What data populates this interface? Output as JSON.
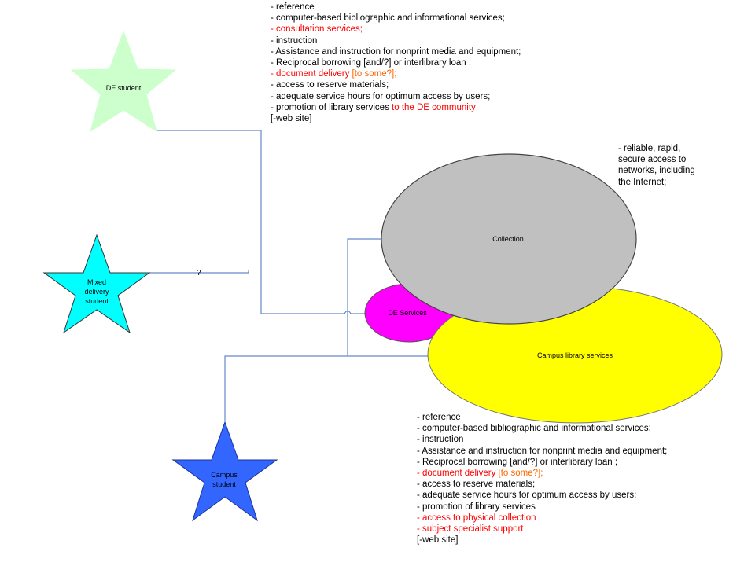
{
  "de_list": {
    "items": [
      {
        "segments": [
          {
            "text": "- reference",
            "color": "black"
          }
        ]
      },
      {
        "segments": [
          {
            "text": "- computer-based bibliographic and informational services;",
            "color": "black"
          }
        ]
      },
      {
        "segments": [
          {
            "text": "- consultation services;",
            "color": "red"
          }
        ]
      },
      {
        "segments": [
          {
            "text": "- instruction",
            "color": "black"
          }
        ]
      },
      {
        "segments": [
          {
            "text": "- Assistance and instruction for nonprint media and equipment;",
            "color": "black"
          }
        ]
      },
      {
        "segments": [
          {
            "text": "- Reciprocal borrowing [and/?] or interlibrary loan ;",
            "color": "black"
          }
        ]
      },
      {
        "segments": [
          {
            "text": "- document delivery ",
            "color": "red"
          },
          {
            "text": "[to some?];",
            "color": "orange"
          }
        ]
      },
      {
        "segments": [
          {
            "text": "- access to reserve materials;",
            "color": "black"
          }
        ]
      },
      {
        "segments": [
          {
            "text": "- adequate service hours for optimum access by users;",
            "color": "black"
          }
        ]
      },
      {
        "segments": [
          {
            "text": "- promotion of library services ",
            "color": "black"
          },
          {
            "text": "to the DE community",
            "color": "red"
          }
        ]
      },
      {
        "segments": [
          {
            "text": "[-web site]",
            "color": "black"
          }
        ]
      }
    ]
  },
  "campus_list": {
    "items": [
      {
        "segments": [
          {
            "text": "- reference",
            "color": "black"
          }
        ]
      },
      {
        "segments": [
          {
            "text": "- computer-based bibliographic and informational services;",
            "color": "black"
          }
        ]
      },
      {
        "segments": [
          {
            "text": "- instruction",
            "color": "black"
          }
        ]
      },
      {
        "segments": [
          {
            "text": "- Assistance and instruction for nonprint media and equipment;",
            "color": "black"
          }
        ]
      },
      {
        "segments": [
          {
            "text": "- Reciprocal borrowing [and/?] or interlibrary loan ;",
            "color": "black"
          }
        ]
      },
      {
        "segments": [
          {
            "text": "- document delivery ",
            "color": "red"
          },
          {
            "text": "[to some?];",
            "color": "orange"
          }
        ]
      },
      {
        "segments": [
          {
            "text": "- access to reserve materials;",
            "color": "black"
          }
        ]
      },
      {
        "segments": [
          {
            "text": "- adequate service hours for optimum access by users;",
            "color": "black"
          }
        ]
      },
      {
        "segments": [
          {
            "text": "- promotion of library services",
            "color": "black"
          }
        ]
      },
      {
        "segments": [
          {
            "text": "- access to physical collection",
            "color": "red"
          }
        ]
      },
      {
        "segments": [
          {
            "text": "- subject specialist support",
            "color": "red"
          }
        ]
      },
      {
        "segments": [
          {
            "text": "[-web site]",
            "color": "black"
          }
        ]
      }
    ]
  },
  "network_note": {
    "lines": [
      "- reliable, rapid,",
      "secure access to",
      "networks, including",
      "the Internet;"
    ]
  },
  "shapes": {
    "de_student": {
      "label": "DE student",
      "color": "#ccffcc"
    },
    "mixed_student": {
      "label_lines": [
        "Mixed",
        "delivery",
        "student"
      ],
      "color": "#00ffff"
    },
    "campus_student": {
      "label_lines": [
        "Campus",
        "student"
      ],
      "color": "#3366ff"
    },
    "collection": {
      "label": "Collection",
      "color": "#c0c0c0"
    },
    "de_services": {
      "label": "DE Services",
      "color": "#ff00ff"
    },
    "campus_library": {
      "label": "Campus library services",
      "color": "#ffff00"
    },
    "question_mark": "?"
  },
  "colors": {
    "red": "#ff0000",
    "orange": "#ff6600",
    "black": "#000000",
    "connector": "#6688cc"
  }
}
